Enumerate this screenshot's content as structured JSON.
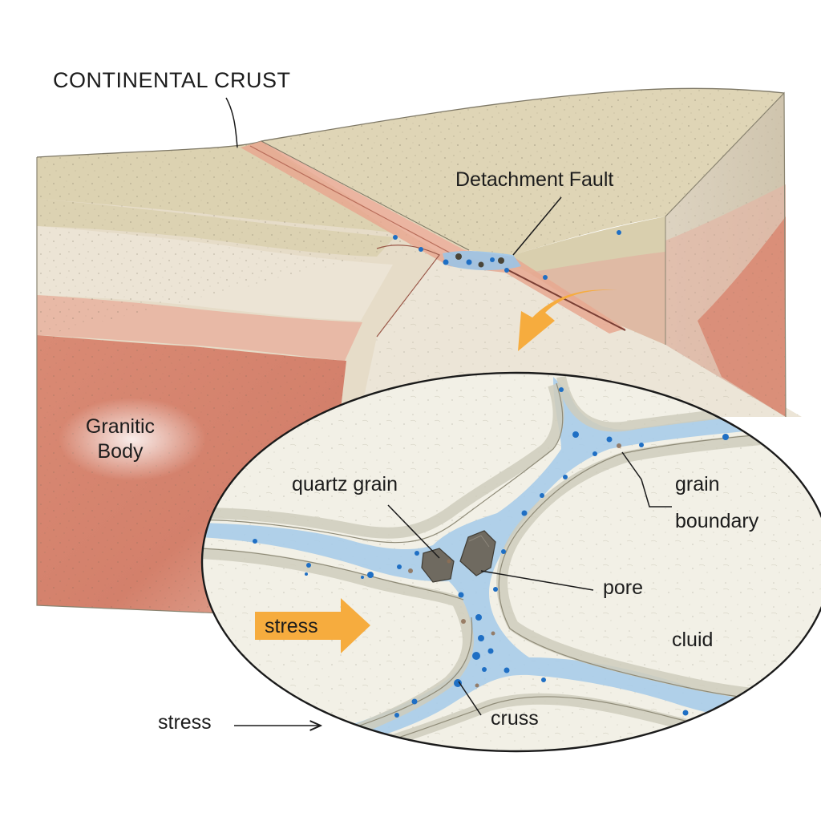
{
  "labels": {
    "title": "CONTINENTAL CRUST",
    "fault": "Detachment Fault",
    "granitic": "Granitic Body",
    "quartz": "quartz grain",
    "grain": "grain",
    "boundary": "boundary",
    "pore": "pore",
    "stress_inner": "stress",
    "cluid": "cluid",
    "cruss": "cruss",
    "stress_outer": "stress"
  },
  "colors": {
    "sand_top": "#dcd3b4",
    "sand_mid": "#e2dcc3",
    "pale_layer": "#ede5d6",
    "pink_layer": "#e8b7a5",
    "granite": "#d77d68",
    "granite_dark": "#c96f5c",
    "fluid": "#9cc4e6",
    "fluid_dot": "#1f6fc4",
    "grain_fill": "#f2f0e6",
    "grain_rim": "#d9d6c3",
    "arrow": "#f6ac3e",
    "outline": "#1a1a1a"
  },
  "icons": {
    "fault_arrow": "curved-arrow-icon",
    "stress_arrow": "block-arrow-icon",
    "pointer_arrow": "thin-arrow-icon"
  }
}
